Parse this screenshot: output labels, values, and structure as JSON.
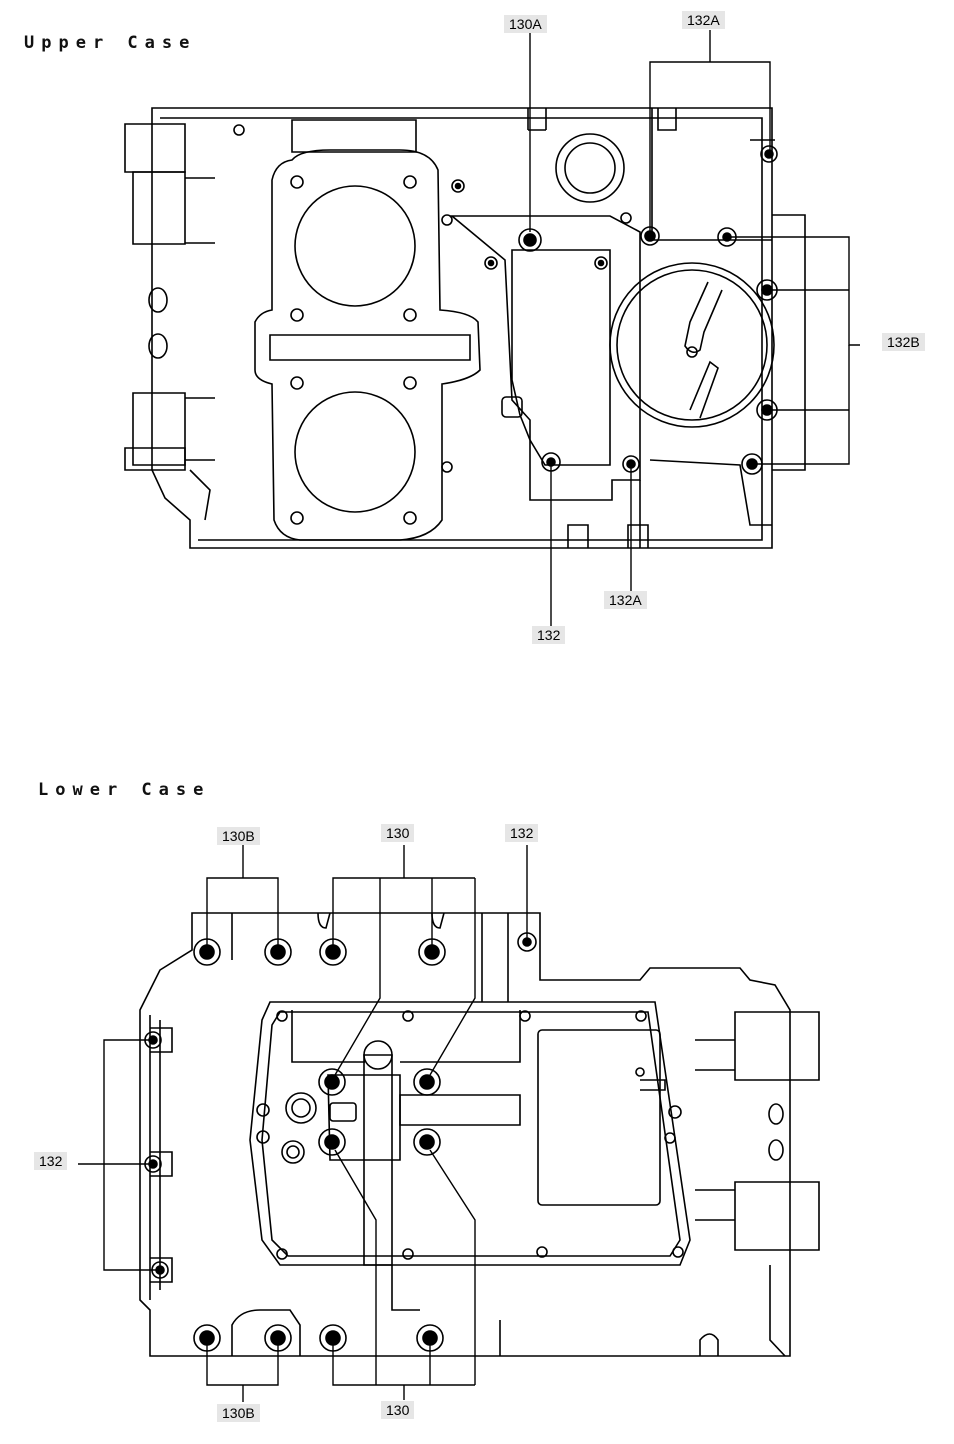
{
  "upper_case": {
    "title": "Upper Case",
    "callouts": {
      "c130a": "130A",
      "c132a_top": "132A",
      "c132b": "132B",
      "c132a_bottom": "132A",
      "c132": "132"
    }
  },
  "lower_case": {
    "title": "Lower Case",
    "callouts": {
      "c130b_top": "130B",
      "c130_top": "130",
      "c132_top": "132",
      "c132_left": "132",
      "c130b_bottom": "130B",
      "c130_bottom": "130"
    }
  }
}
